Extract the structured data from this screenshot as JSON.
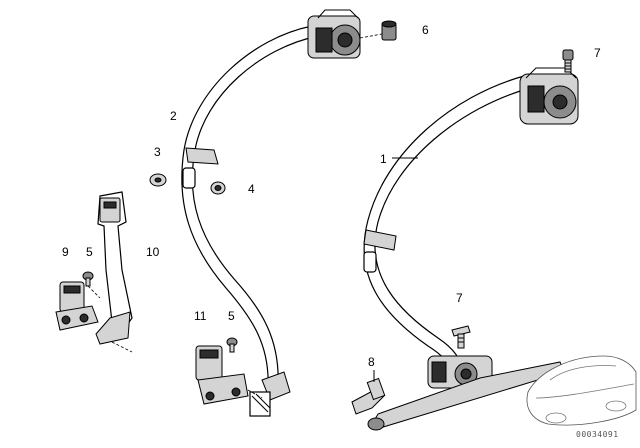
{
  "callouts": {
    "c1": "1",
    "c2": "2",
    "c3": "3",
    "c4": "4",
    "c5a": "5",
    "c5b": "5",
    "c6": "6",
    "c7a": "7",
    "c7b": "7",
    "c8": "8",
    "c9": "9",
    "c10": "10",
    "c11": "11"
  },
  "reference_number": "00034091"
}
